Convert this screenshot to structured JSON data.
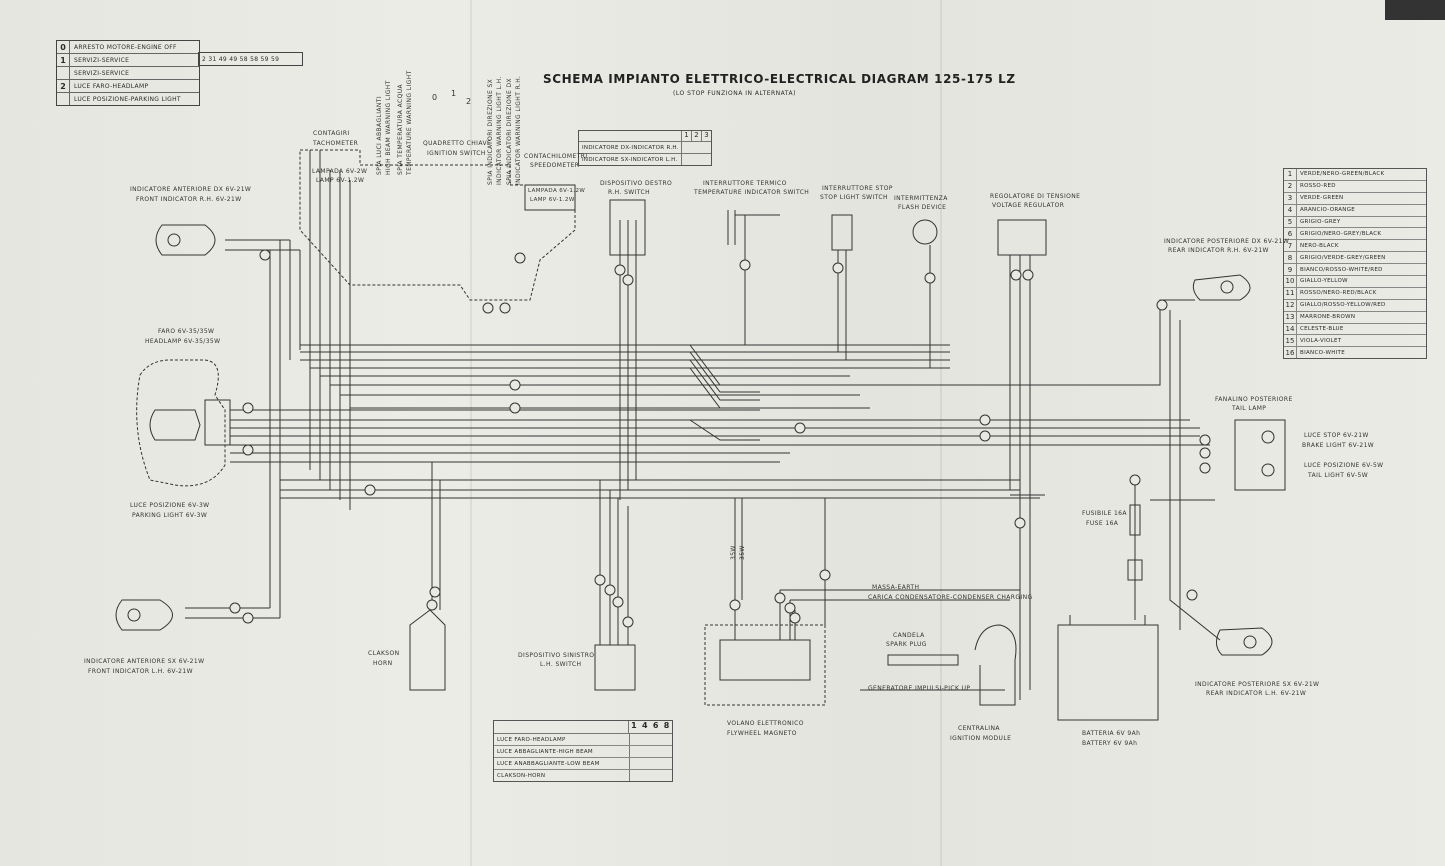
{
  "title": "SCHEMA IMPIANTO ELETTRICO-ELECTRICAL DIAGRAM 125-175 LZ",
  "subtitle": "(LO STOP FUNZIONA IN ALTERNATA)",
  "key_switch_table": {
    "rows": [
      {
        "num": "0",
        "label": "ARRESTO MOTORE-ENGINE OFF"
      },
      {
        "num": "1",
        "label": "SERVIZI-SERVICE"
      },
      {
        "num": "",
        "label": "SERVIZI-SERVICE"
      },
      {
        "num": "2",
        "label": "LUCE FARO-HEADLAMP"
      },
      {
        "num": "",
        "label": "LUCE POSIZIONE-PARKING LIGHT"
      }
    ],
    "columns": "2 31 49 49 58 58 59 59"
  },
  "color_table": {
    "rows": [
      {
        "num": "1",
        "label": "VERDE/NERO-GREEN/BLACK"
      },
      {
        "num": "2",
        "label": "ROSSO-RED"
      },
      {
        "num": "3",
        "label": "VERDE-GREEN"
      },
      {
        "num": "4",
        "label": "ARANCIO-ORANGE"
      },
      {
        "num": "5",
        "label": "GRIGIO-GREY"
      },
      {
        "num": "6",
        "label": "GRIGIO/NERO-GREY/BLACK"
      },
      {
        "num": "7",
        "label": "NERO-BLACK"
      },
      {
        "num": "8",
        "label": "GRIGIO/VERDE-GREY/GREEN"
      },
      {
        "num": "9",
        "label": "BIANCO/ROSSO-WHITE/RED"
      },
      {
        "num": "10",
        "label": "GIALLO-YELLOW"
      },
      {
        "num": "11",
        "label": "ROSSO/NERO-RED/BLACK"
      },
      {
        "num": "12",
        "label": "GIALLO/ROSSO-YELLOW/RED"
      },
      {
        "num": "13",
        "label": "MARRONE-BROWN"
      },
      {
        "num": "14",
        "label": "CELESTE-BLUE"
      },
      {
        "num": "15",
        "label": "VIOLA-VIOLET"
      },
      {
        "num": "16",
        "label": "BIANCO-WHITE"
      }
    ]
  },
  "indicator_table": {
    "header": [
      "1",
      "2",
      "3"
    ],
    "rows": [
      {
        "label": "INDICATORE DX-INDICATOR R.H."
      },
      {
        "label": "INDICATORE SX-INDICATOR L.H."
      }
    ]
  },
  "lights_table": {
    "header": [
      "1",
      "4",
      "6",
      "8"
    ],
    "rows": [
      {
        "label": "LUCE FARO-HEADLAMP"
      },
      {
        "label": "LUCE ABBAGLIANTE-HIGH BEAM"
      },
      {
        "label": "LUCE ANABBAGLIANTE-LOW BEAM"
      },
      {
        "label": "CLAKSON-HORN"
      }
    ]
  },
  "labels": {
    "front_ind_rh_1": "INDICATORE ANTERIORE DX 6V-21W",
    "front_ind_rh_2": "FRONT INDICATOR R.H. 6V-21W",
    "headlamp_1": "FARO 6V-35/35W",
    "headlamp_2": "HEADLAMP 6V-35/35W",
    "parking_1": "LUCE POSIZIONE 6V-3W",
    "parking_2": "PARKING LIGHT 6V-3W",
    "front_ind_lh_1": "INDICATORE ANTERIORE SX 6V-21W",
    "front_ind_lh_2": "FRONT INDICATOR L.H. 6V-21W",
    "horn_1": "CLAKSON",
    "horn_2": "HORN",
    "tacho_1": "CONTAGIRI",
    "tacho_2": "TACHOMETER",
    "tacho_lamp_1": "LAMPADA 6V-2W",
    "tacho_lamp_2": "LAMP 6V-1.2W",
    "key_1": "QUADRETTO CHIAVE",
    "key_2": "IGNITION SWITCH",
    "key_pos_0": "0",
    "key_pos_1": "1",
    "key_pos_2": "2",
    "speedo_1": "CONTACHILOMETRI",
    "speedo_2": "SPEEDOMETER",
    "speedo_lamp_1": "LAMPADA 6V-1.2W",
    "speedo_lamp_2": "LAMP 6V-1.2W",
    "warn_1": "SPIA LUCI ABBAGLIANTI",
    "warn_2": "HIGH BEAM WARNING LIGHT",
    "warn_3": "SPIA TEMPERATURA ACQUA",
    "warn_4": "TEMPERATURE WARNING LIGHT",
    "warn_5": "SPIA INDICATORI DIREZIONE SX",
    "warn_6": "INDICATOR WARNING LIGHT L.H.",
    "warn_7": "SPIA INDICATORI DIREZIONE DX",
    "warn_8": "INDICATOR WARNING LIGHT R.H.",
    "rh_switch_1": "DISPOSITIVO DESTRO",
    "rh_switch_2": "R.H. SWITCH",
    "temp_switch_1": "INTERRUTTORE TERMICO",
    "temp_switch_2": "TEMPERATURE INDICATOR SWITCH",
    "stop_switch_1": "INTERRUTTORE STOP",
    "stop_switch_2": "STOP LIGHT SWITCH",
    "flash_1": "INTERMITTENZA",
    "flash_2": "FLASH DEVICE",
    "regulator_1": "REGOLATORE DI TENSIONE",
    "regulator_2": "VOLTAGE REGULATOR",
    "rear_ind_rh_1": "INDICATORE POSTERIORE DX 6V-21W",
    "rear_ind_rh_2": "REAR INDICATOR R.H. 6V-21W",
    "tail_1": "FANALINO POSTERIORE",
    "tail_2": "TAIL LAMP",
    "stop_lamp_1": "LUCE STOP 6V-21W",
    "stop_lamp_2": "BRAKE LIGHT 6V-21W",
    "pos_lamp_1": "LUCE POSIZIONE 6V-5W",
    "pos_lamp_2": "TAIL LIGHT 6V-5W",
    "fuse_1": "FUSIBILE 16A",
    "fuse_2": "FUSE 16A",
    "rear_ind_lh_1": "INDICATORE POSTERIORE SX 6V-21W",
    "rear_ind_lh_2": "REAR INDICATOR L.H. 6V-21W",
    "battery_1": "BATTERIA 6V 9Ah",
    "battery_2": "BATTERY 6V 9Ah",
    "ignition_1": "CENTRALINA",
    "ignition_2": "IGNITION MODULE",
    "plug_1": "CANDELA",
    "plug_2": "SPARK PLUG",
    "flywheel_1": "VOLANO ELETTRONICO",
    "flywheel_2": "FLYWHEEL MAGNETO",
    "earth": "MASSA-EARTH",
    "charging": "CARICA CONDENSATORE-CONDENSER CHARGING",
    "pickup": "GENERATORE IMPULSI-PICK UP",
    "lh_switch_1": "DISPOSITIVO SINISTRO",
    "lh_switch_2": "L.H. SWITCH",
    "w35_a": "35W",
    "w35_b": "35W"
  },
  "colors": {
    "paper": "#e9e9e3",
    "ink": "#2a2a2a"
  }
}
